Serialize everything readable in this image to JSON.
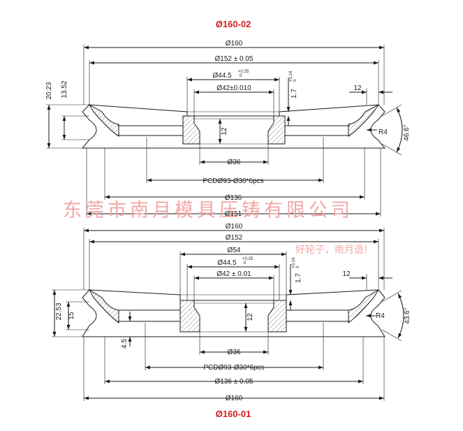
{
  "titles": {
    "top": "Ø160-02",
    "bottom": "Ø160-01"
  },
  "watermark": {
    "company": "东莞市南月模具压铸有限公司",
    "slogan": "好轮子，南月造!"
  },
  "top": {
    "d160": "Ø160",
    "d152": "Ø152 ± 0.05",
    "d44": "Ø44.5",
    "d44_tol_up": "+0.25",
    "d44_tol_lo": "0",
    "d42": "Ø42±0.010",
    "h17": "1.7",
    "h17_tol_up": "+0.14",
    "h17_tol_lo": "0",
    "h2023": "20.23",
    "h1352": "13.52",
    "w12r": "12",
    "h12": "12",
    "r4": "R4",
    "ang": "46.6°",
    "d36": "Ø36",
    "pcd": "PCDØ93-Ø30*6pcs",
    "d136": "Ø136",
    "d151": "Ø151"
  },
  "bottom": {
    "d160": "Ø160",
    "d152": "Ø152",
    "d54": "Ø54",
    "d44": "Ø44.5",
    "d44_tol_up": "+0.25",
    "d44_tol_lo": "0",
    "d42": "Ø42 ± 0.01",
    "h17": "1.7",
    "h17_tol_up": "+0.14",
    "h17_tol_lo": "0",
    "w12r": "12",
    "h12": "12",
    "h2253": "22.53",
    "h15": "15",
    "h45": "4.5",
    "r4": "R4",
    "ang": "43.6°",
    "d36": "Ø36",
    "pcd": "PCDØ93-Ø30*6pcs",
    "d136": "Ø136 ± 0.05",
    "d160b": "Ø160"
  }
}
